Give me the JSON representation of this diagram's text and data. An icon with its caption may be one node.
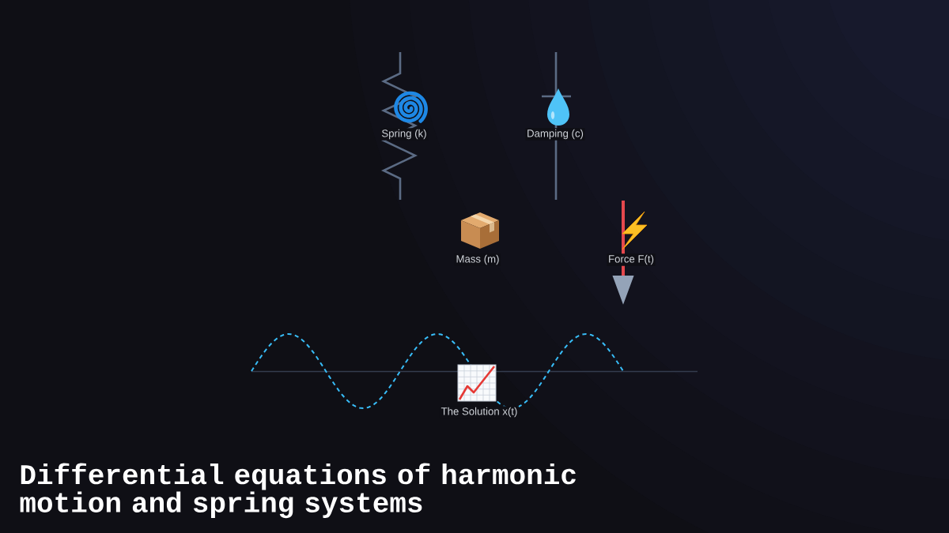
{
  "diagram": {
    "title": "Differential equations of harmonic motion and spring systems",
    "labels": [
      "Spring (k)",
      "Damping (c)",
      "Mass (m)",
      "Force F(t)",
      "The Solution x(t)"
    ]
  }
}
